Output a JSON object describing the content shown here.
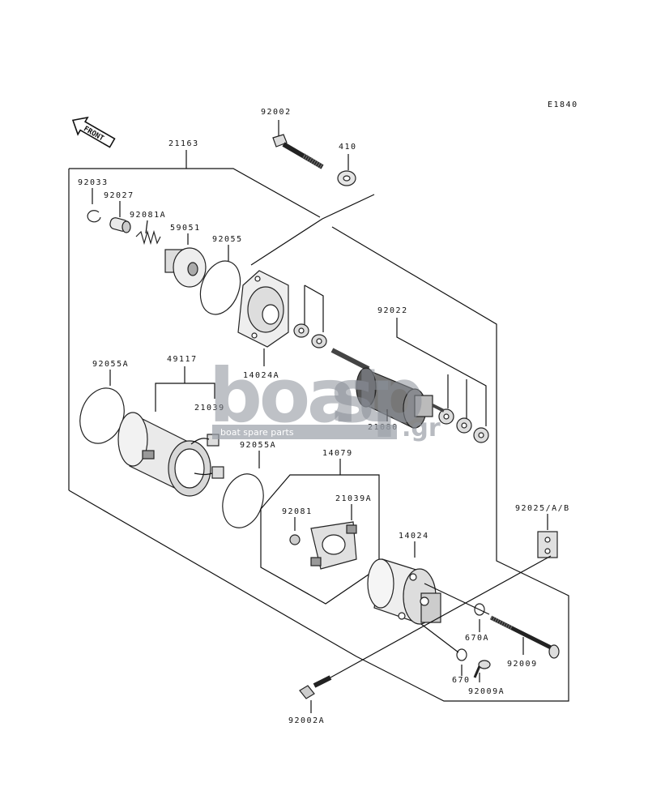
{
  "figure_code": "E1840",
  "front_label": "FRONT",
  "watermark": {
    "brand_a": "boat",
    "brand_b": "sp",
    "domain": ".gr",
    "tagline": "boat spare parts"
  },
  "part_numbers": {
    "p92002_top": "92002",
    "p410": "410",
    "p21163": "21163",
    "p92033": "92033",
    "p92027": "92027",
    "p92081A": "92081A",
    "p59051": "59051",
    "p92055": "92055",
    "p14024A": "14024A",
    "p92022": "92022",
    "p92055A_left": "92055A",
    "p49117": "49117",
    "p21039": "21039",
    "p92055A_mid": "92055A",
    "p21080": "21080",
    "p14079": "14079",
    "p92081": "92081",
    "p21039A": "21039A",
    "p14024": "14024",
    "p92025": "92025/A/B",
    "p670A": "670A",
    "p670": "670",
    "p92009": "92009",
    "p92009A": "92009A",
    "p92002A": "92002A"
  }
}
